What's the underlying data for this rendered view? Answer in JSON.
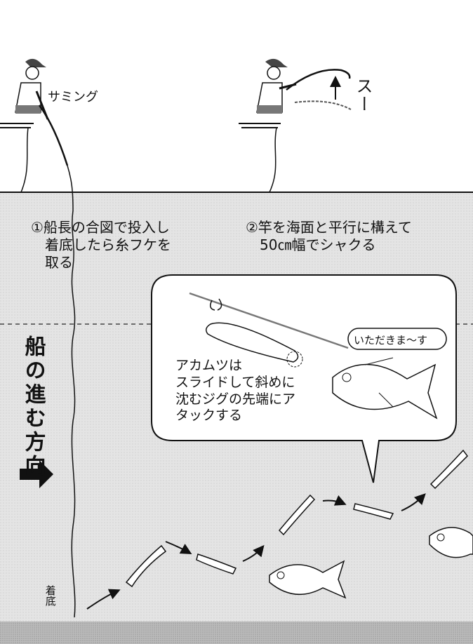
{
  "labels": {
    "thumbing": "サミング",
    "reel_sound": "スー",
    "step1": "①船長の合図で投入し\n　着底したら糸フケを\n　取る",
    "step2": "②竿を海面と平行に構えて\n　50㎝幅でシャクる",
    "boat_direction": "船の進む方向",
    "bubble_text": "アカムツは\nスライドして斜めに\n沈むジグの先端にア\nタックする",
    "fish_speech": "いただきま～す",
    "seabed": "着底"
  },
  "colors": {
    "sea": "#e6e6e6",
    "seabed": "#bdbdbd",
    "line": "#111111"
  },
  "icons": [
    "angler-figure",
    "fishing-rod",
    "jig-lure",
    "fish",
    "arrow",
    "speech-bubble"
  ]
}
